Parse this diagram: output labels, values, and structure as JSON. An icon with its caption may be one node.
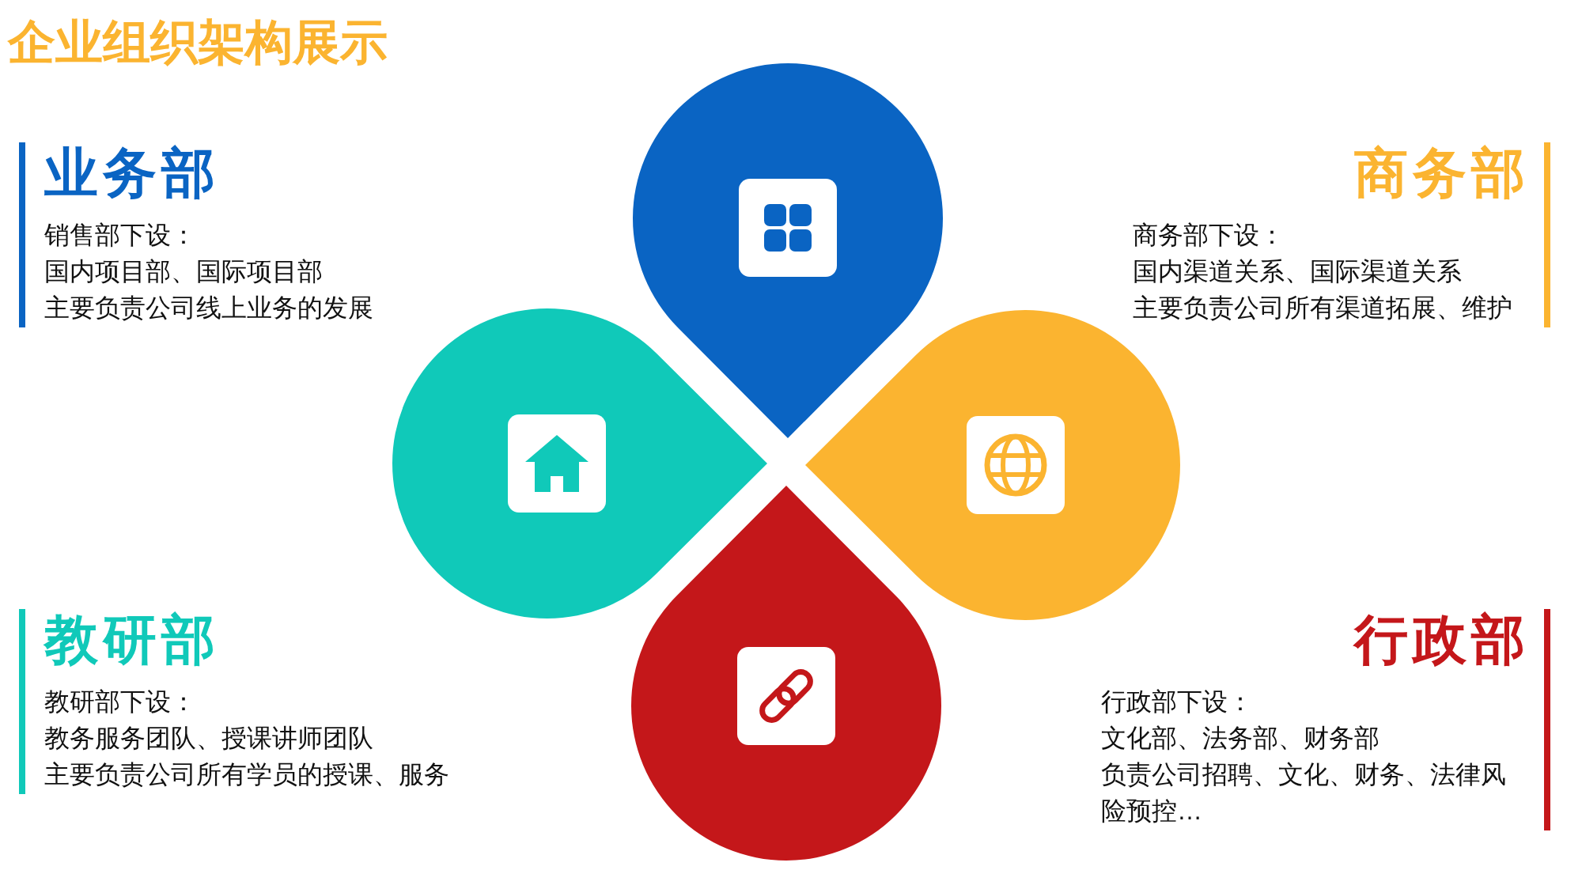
{
  "diagram": {
    "title": "企业组织架构展示",
    "nodes": [
      {
        "text": [
          "业务部",
          "销售部下设：",
          "国内项目部、国际项目部",
          "主要负责公司线上业务的发展"
        ]
      },
      {
        "text": [],
        "shape": "drop"
      },
      {
        "text": [
          "商务部",
          "商务部下设：",
          "国内渠道关系、国际渠道关系",
          "主要负责公司所有渠道拓展、维护"
        ]
      },
      {
        "text": [],
        "shape": "drop"
      },
      {
        "text": [],
        "shape": "drop"
      },
      {
        "text": [
          "教研部",
          "教研部下设：",
          "教务服务团队、授课讲师团队",
          "主要负责公司所有学员的授课、服务"
        ]
      },
      {
        "text": [],
        "shape": "drop"
      },
      {
        "text": [
          "行政部",
          "行政部下设：",
          "文化部、法务部、财务部",
          "负责公司招聘、文化、财务、法律风险预控…"
        ]
      }
    ]
  }
}
